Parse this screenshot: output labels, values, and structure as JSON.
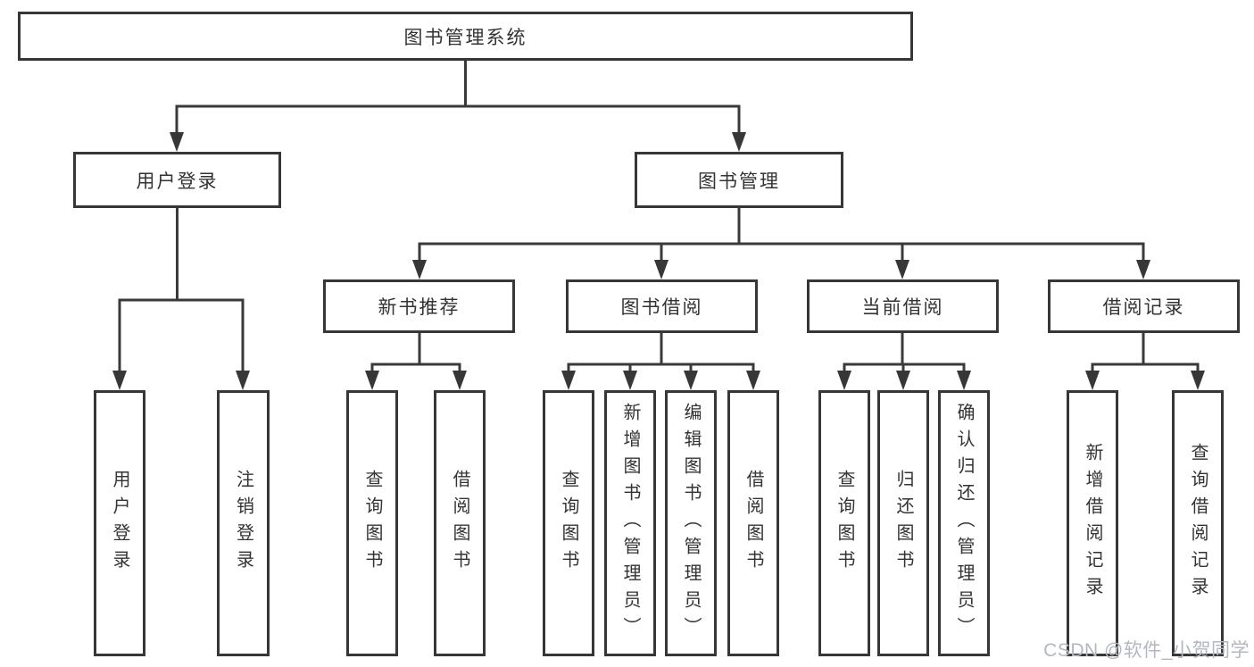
{
  "tree": {
    "root": {
      "label": "图书管理系统"
    },
    "children": [
      {
        "label": "用户登录",
        "children": [
          {
            "label": "用户登录"
          },
          {
            "label": "注销登录"
          }
        ]
      },
      {
        "label": "图书管理",
        "children": [
          {
            "label": "新书推荐",
            "children": [
              {
                "label": "查询图书"
              },
              {
                "label": "借阅图书"
              }
            ]
          },
          {
            "label": "图书借阅",
            "children": [
              {
                "label": "查询图书"
              },
              {
                "label": "新增图书（管理员）"
              },
              {
                "label": "编辑图书（管理员）"
              },
              {
                "label": "借阅图书"
              }
            ]
          },
          {
            "label": "当前借阅",
            "children": [
              {
                "label": "查询图书"
              },
              {
                "label": "归还图书"
              },
              {
                "label": "确认归还（管理员）"
              }
            ]
          },
          {
            "label": "借阅记录",
            "children": [
              {
                "label": "新增借阅记录"
              },
              {
                "label": "查询借阅记录"
              }
            ]
          }
        ]
      }
    ]
  },
  "watermark": {
    "text": "CSDN @软件_小贺同学"
  },
  "colors": {
    "background": "#ffffff",
    "line": "#3a3a3a",
    "border": "#373737",
    "text": "#333333",
    "watermark": "#b3b7bf"
  }
}
